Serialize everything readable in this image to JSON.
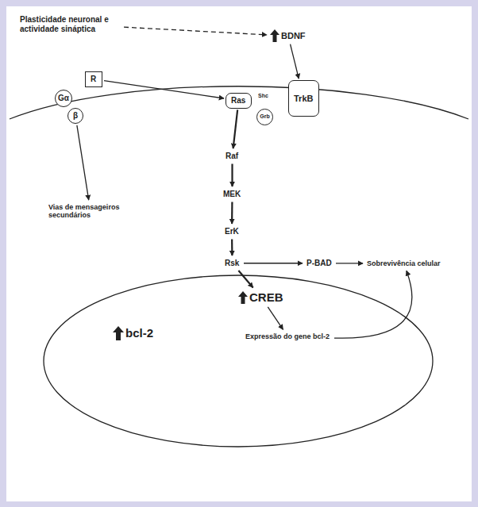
{
  "diagram": {
    "nodes": [
      {
        "text": [
          "Plasticidade neuronal e actividade sináptica"
        ]
      },
      {
        "text": [
          "BDNF"
        ]
      },
      {
        "text": [
          "Gα"
        ]
      },
      {
        "text": [
          "R"
        ]
      },
      {
        "text": [
          "β"
        ]
      },
      {
        "text": [
          "Ras"
        ]
      },
      {
        "text": [
          "Grb"
        ]
      },
      {
        "text": [
          "TrkB"
        ]
      },
      {
        "text": [
          "Vias de mensageiros secundários"
        ]
      },
      {
        "text": [
          "Raf"
        ]
      },
      {
        "text": [
          "MEK"
        ]
      },
      {
        "text": [
          "ErK"
        ]
      },
      {
        "text": [
          "Rsk"
        ]
      },
      {
        "text": [
          "P-BAD"
        ]
      },
      {
        "text": [
          "Sobrevivência celular"
        ]
      },
      {
        "text": [
          "CREB"
        ]
      },
      {
        "text": [
          "bcl-2"
        ]
      },
      {
        "text": [
          "Expressão do gene bcl-2"
        ]
      }
    ],
    "edges": [
      {
        "from": 0,
        "to": 1,
        "arrow": "to"
      },
      {
        "from": 1,
        "to": 7,
        "arrow": "to"
      },
      {
        "from": 3,
        "to": 5,
        "arrow": "to"
      },
      {
        "from": 4,
        "to": 8,
        "arrow": "to"
      },
      {
        "from": 5,
        "to": 9,
        "arrow": "to"
      },
      {
        "from": 9,
        "to": 10,
        "arrow": "to"
      },
      {
        "from": 10,
        "to": 11,
        "arrow": "to"
      },
      {
        "from": 11,
        "to": 12,
        "arrow": "to"
      },
      {
        "from": 12,
        "to": 15,
        "arrow": "to"
      },
      {
        "from": 12,
        "to": 13,
        "arrow": "to"
      },
      {
        "from": 13,
        "to": 14,
        "arrow": "to"
      },
      {
        "from": 15,
        "to": 17,
        "arrow": "to"
      },
      {
        "from": 17,
        "to": 14,
        "arrow": "to"
      }
    ],
    "labels": [
      "Shc"
    ]
  }
}
